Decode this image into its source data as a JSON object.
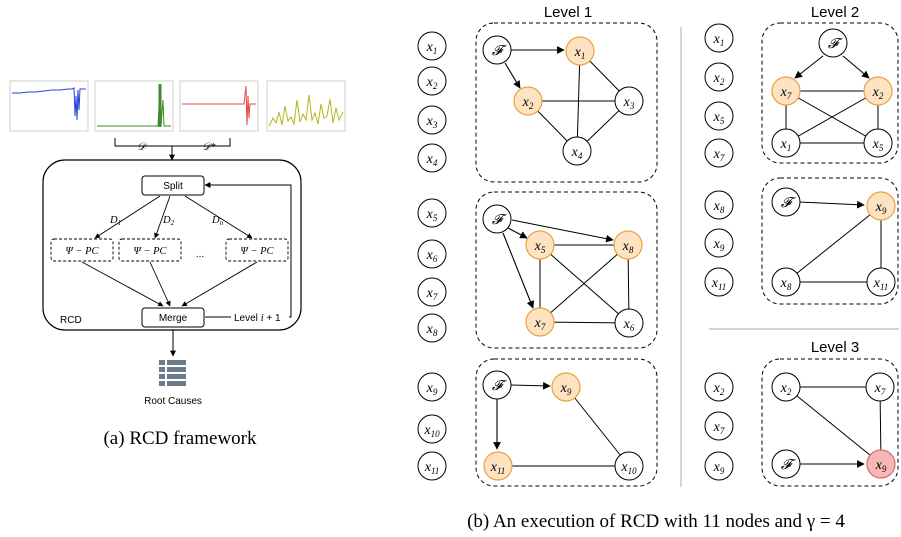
{
  "caption_a": "(a) RCD framework",
  "caption_b": "(b) An execution of RCD with 11 nodes and γ = 4",
  "framework": {
    "split_label": "Split",
    "merge_label": "Merge",
    "rcd_label": "RCD",
    "root_causes_label": "Root Causes",
    "d_label": "𝒟",
    "d_star_label": "𝒟*",
    "d1": "D1",
    "d2": "D2",
    "dn": "Dn",
    "psi_pc": "Ψ − PC",
    "ellipsis": "...",
    "level_label": "Level i + 1",
    "series_colors": [
      "#2b3fd6",
      "#3e8a2e",
      "#e04848",
      "#b5b51e"
    ]
  },
  "levels": [
    "Level 1",
    "Level 2",
    "Level 3"
  ],
  "node_colors": {
    "plain": "#ffffff",
    "selected": "#fde3c2",
    "selected_stroke": "#e8a33d",
    "root": "#f6b7b7",
    "root_stroke": "#d86a6a"
  },
  "level1": {
    "partitions": [
      {
        "list": [
          "x1",
          "x2",
          "x3",
          "x4"
        ],
        "nodes": [
          "F",
          "x1",
          "x2",
          "x3",
          "x4"
        ]
      },
      {
        "list": [
          "x5",
          "x6",
          "x7",
          "x8"
        ],
        "nodes": [
          "F",
          "x5",
          "x8",
          "x7",
          "x6"
        ]
      },
      {
        "list": [
          "x9",
          "x10",
          "x11"
        ],
        "nodes": [
          "F",
          "x9",
          "x11",
          "x10"
        ]
      }
    ]
  },
  "level2": {
    "partitions": [
      {
        "list": [
          "x1",
          "x2",
          "x5",
          "x7"
        ],
        "nodes": [
          "F",
          "x7",
          "x2",
          "x1",
          "x5"
        ]
      },
      {
        "list": [
          "x8",
          "x9",
          "x11"
        ],
        "nodes": [
          "F",
          "x9",
          "x8",
          "x11"
        ]
      }
    ]
  },
  "level3": {
    "partitions": [
      {
        "list": [
          "x2",
          "x7",
          "x9"
        ],
        "nodes": [
          "x2",
          "x7",
          "F",
          "x9"
        ]
      }
    ]
  }
}
